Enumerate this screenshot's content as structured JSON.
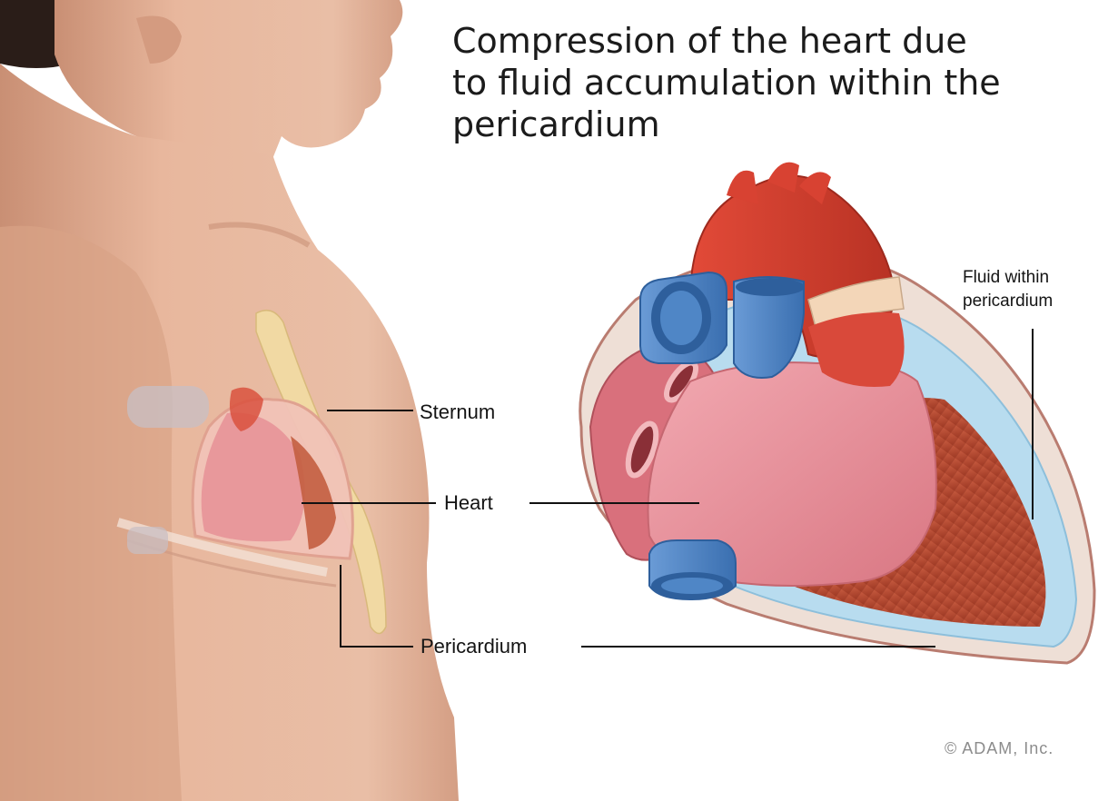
{
  "title": {
    "line1": "Compression of the heart due",
    "line2": "to fluid accumulation within the",
    "line3": "pericardium"
  },
  "labels": {
    "sternum": "Sternum",
    "heart": "Heart",
    "pericardium": "Pericardium",
    "fluid_line1": "Fluid within",
    "fluid_line2": "pericardium"
  },
  "copyright": "© ADAM, Inc.",
  "colors": {
    "skin": "#e8b79d",
    "skin_shadow": "#c98f74",
    "hair": "#2a1d18",
    "aorta_red": "#d63a2c",
    "vein_blue": "#4f86c6",
    "heart_pink": "#e98a94",
    "muscle_red": "#b9472f",
    "fluid_blue": "#b8dcef",
    "sternum_beige": "#f1d9a3"
  }
}
